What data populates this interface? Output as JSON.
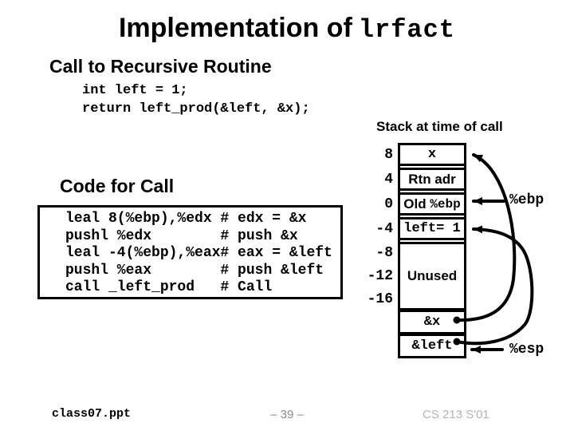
{
  "title": {
    "main": "Implementation of",
    "code": "lrfact"
  },
  "sections": {
    "call_heading": "Call to Recursive Routine",
    "c_code": "int left = 1;\nreturn left_prod(&left, &x);",
    "code_for_call_heading": "Code for Call",
    "asm_code": "leal 8(%ebp),%edx # edx = &x\npushl %edx        # push &x\nleal -4(%ebp),%eax# eax = &left\npushl %eax        # push &left\ncall _left_prod   # Call"
  },
  "stack": {
    "title": "Stack at time of call",
    "offsets": [
      "8",
      "4",
      "0",
      "-4",
      "-8",
      "-12",
      "-16"
    ],
    "cells": {
      "x": "x",
      "rtn_adr": "Rtn adr",
      "old_ebp_prefix": "Old",
      "old_ebp_mono": "%ebp",
      "left_val": "left= 1",
      "unused": "Unused",
      "addr_x": "&x",
      "addr_left": "&left"
    },
    "registers": {
      "ebp": "%ebp",
      "esp": "%esp"
    }
  },
  "footer": {
    "filename": "class07.ppt",
    "page": "– 39 –",
    "course": "CS 213 S'01"
  },
  "colors": {
    "ink": "#000000",
    "background": "#ffffff",
    "footer_page": "#8a8a8a",
    "footer_course": "#b5b5b5"
  }
}
